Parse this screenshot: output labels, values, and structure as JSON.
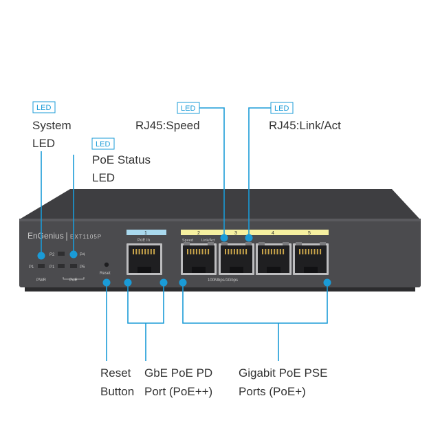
{
  "colors": {
    "accent": "#1a9bd7",
    "device_body": "#4a4a4d",
    "poe_in_bar": "#a9d9ee",
    "poe_out_bar": "#f6f0a0"
  },
  "callouts": {
    "led_tag": "LED",
    "system_led": [
      "System",
      "LED"
    ],
    "poe_status_led": [
      "PoE Status",
      "LED"
    ],
    "rj45_speed": "RJ45:Speed",
    "rj45_link": "RJ45:Link/Act",
    "reset_button": [
      "Reset",
      "Button"
    ],
    "gbe_pd_port": [
      "GbE PoE PD",
      "Port (PoE++)"
    ],
    "pse_ports": [
      "Gigabit PoE PSE",
      "Ports (PoE+)"
    ]
  },
  "device": {
    "brand": "EnGenius",
    "model": "EXT1105P",
    "led_labels": [
      "P2",
      "P4",
      "P1",
      "P1",
      "P5"
    ],
    "pwr_label": "PWR",
    "poe_label": "PoE",
    "reset_label": "Reset",
    "poe_in_port": {
      "number": "1",
      "label": "PoE In"
    },
    "poe_out_ports": [
      "2",
      "3",
      "4",
      "5"
    ],
    "speed_label": "Speed",
    "link_label": "Link/Act",
    "speed_spec": "100Mbps/1Gbps"
  }
}
